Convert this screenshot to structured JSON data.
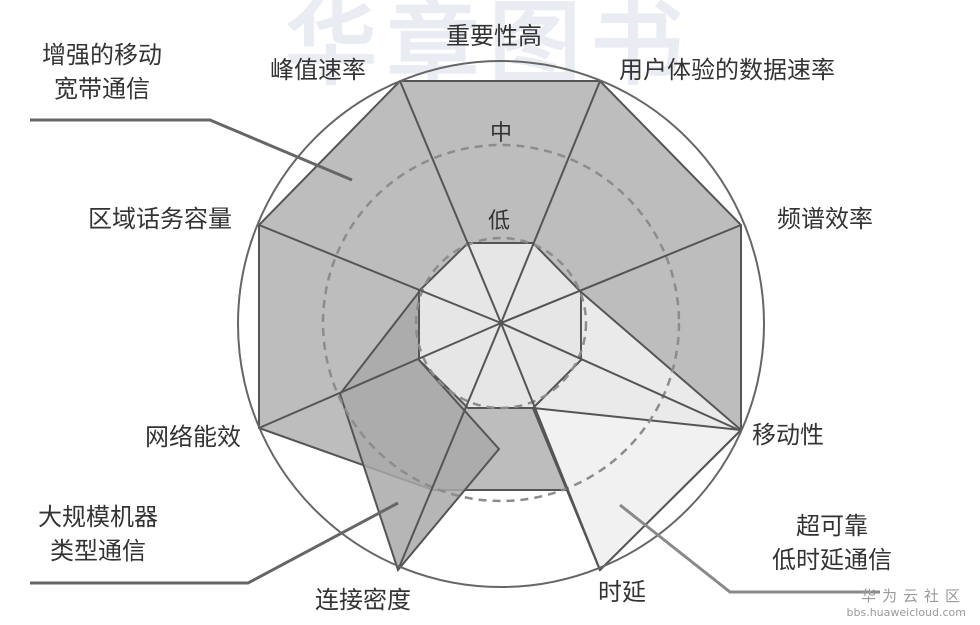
{
  "watermark": "华章图书",
  "title": "重要性高",
  "levels": {
    "mid": "中",
    "low": "低"
  },
  "axes": [
    {
      "id": "peak-rate",
      "label": "峰值速率"
    },
    {
      "id": "user-experienced-rate",
      "label": "用户体验的数据速率"
    },
    {
      "id": "spectrum-efficiency",
      "label": "频谱效率"
    },
    {
      "id": "mobility",
      "label": "移动性"
    },
    {
      "id": "latency",
      "label": "时延"
    },
    {
      "id": "connection-density",
      "label": "连接密度"
    },
    {
      "id": "network-energy-efficiency",
      "label": "网络能效"
    },
    {
      "id": "area-traffic-capacity",
      "label": "区域话务容量"
    }
  ],
  "scenarios": {
    "embb": {
      "line1": "增强的移动",
      "line2": "宽带通信"
    },
    "mmtc": {
      "line1": "大规模机器",
      "line2": "类型通信"
    },
    "urllc": {
      "line1": "超可靠",
      "line2": "低时延通信"
    }
  },
  "colors": {
    "embb_fill": "#bdbdbd",
    "mmtc_fill": "#a9a9a9",
    "urllc_fill": "#ececec",
    "low_fill": "#e4e4e4",
    "stroke": "#555555",
    "dashed": "#8c8c8c"
  },
  "brand": {
    "name": "华为云社区",
    "url": "bbs.huaweicloud.com"
  },
  "chart_data": {
    "type": "radar",
    "title": "重要性高",
    "categories": [
      "峰值速率",
      "用户体验的数据速率",
      "频谱效率",
      "移动性",
      "时延",
      "连接密度",
      "网络能效",
      "区域话务容量"
    ],
    "scale": [
      "低",
      "中",
      "高"
    ],
    "series": [
      {
        "name": "增强的移动宽带通信",
        "values": [
          "高",
          "高",
          "高",
          "高",
          "中",
          "中",
          "中",
          "高"
        ]
      },
      {
        "name": "超可靠低时延通信",
        "values": [
          "低",
          "低",
          "低",
          "高",
          "高",
          "低",
          "低",
          "低"
        ]
      },
      {
        "name": "大规模机器类型通信",
        "values": [
          "低",
          "低",
          "低",
          "低",
          "低",
          "高",
          "中",
          "低"
        ]
      }
    ]
  }
}
